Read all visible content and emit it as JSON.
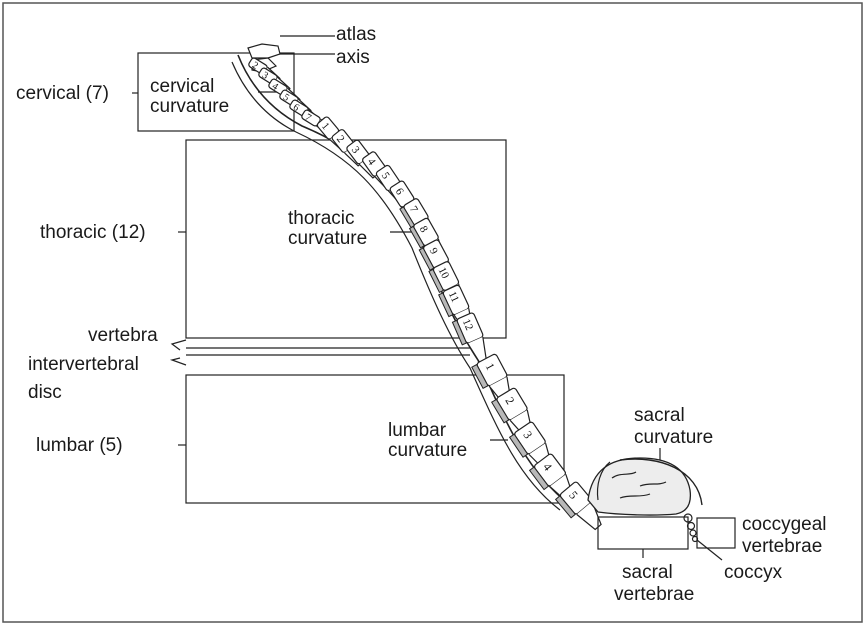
{
  "labels": {
    "atlas": "atlas",
    "axis": "axis",
    "cervical": "cervical (7)",
    "cervical_curv_1": "cervical",
    "cervical_curv_2": "curvature",
    "thoracic": "thoracic (12)",
    "thoracic_curv_1": "thoracic",
    "thoracic_curv_2": "curvature",
    "vertebra": "vertebra",
    "disc_1": "intervertebral",
    "disc_2": "disc",
    "lumbar": "lumbar (5)",
    "lumbar_curv_1": "lumbar",
    "lumbar_curv_2": "curvature",
    "sacral_curv_1": "sacral",
    "sacral_curv_2": "curvature",
    "coccygeal_1": "coccygeal",
    "coccygeal_2": "vertebrae",
    "sacral_vert_1": "sacral",
    "sacral_vert_2": "vertebrae",
    "coccyx": "coccyx"
  },
  "cervical_numbers": [
    "2",
    "3",
    "4",
    "5",
    "6",
    "7"
  ],
  "thoracic_numbers": [
    "1",
    "2",
    "3",
    "4",
    "5",
    "6",
    "7",
    "8",
    "9",
    "10",
    "11",
    "12"
  ],
  "lumbar_numbers": [
    "1",
    "2",
    "3",
    "4",
    "5"
  ]
}
